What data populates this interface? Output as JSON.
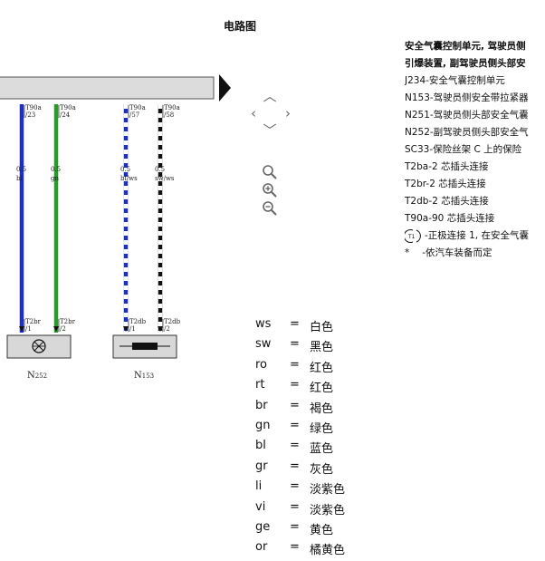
{
  "page": {
    "title": "电路图"
  },
  "wires": [
    {
      "pin": "T90a/23",
      "size": "0.5",
      "color_code": "bl",
      "connector": "T2br/1",
      "color": "#1f2fbf",
      "stripe": null
    },
    {
      "pin": "T90a/24",
      "size": "0.5",
      "color_code": "gn",
      "connector": "T2br/2",
      "color": "#2a9a2a",
      "stripe": null
    },
    {
      "pin": "T90a/57",
      "size": "0.5",
      "color_code": "bl/ws",
      "connector": "T2db/1",
      "color": "#1f2fbf",
      "stripe": "#ffffff"
    },
    {
      "pin": "T90a/58",
      "size": "0.5",
      "color_code": "sw/ws",
      "connector": "T2db/2",
      "color": "#111111",
      "stripe": "#ffffff"
    }
  ],
  "components": [
    {
      "label": "N252",
      "name": "N",
      "sub": "252"
    },
    {
      "label": "N153",
      "name": "N",
      "sub": "153"
    }
  ],
  "nav": {
    "up": "up-icon",
    "left": "left-icon",
    "right": "right-icon",
    "down": "down-icon"
  },
  "legend": {
    "heading_lines": [
      "安全气囊控制单元, 驾驶员侧",
      "引爆装置, 副驾驶员侧头部安"
    ],
    "items": [
      "J234-安全气囊控制单元",
      "N153-驾驶员侧安全带拉紧器",
      "N251-驾驶员侧头部安全气囊",
      "N252-副驾驶员侧头部安全气",
      "SC33-保险丝架 C 上的保险",
      "T2ba-2 芯插头连接",
      "T2br-2 芯插头连接",
      "T2db-2 芯插头连接",
      "T90a-90 芯插头连接"
    ],
    "note_icon_label": "T1",
    "note_positive": "-正极连接 1, 在安全气囊",
    "note_star_symbol": "*",
    "note_star": "-依汽车装备而定"
  },
  "color_codes": [
    {
      "code": "ws",
      "eq": "=",
      "name": "白色"
    },
    {
      "code": "sw",
      "eq": "=",
      "name": "黑色"
    },
    {
      "code": "ro",
      "eq": "=",
      "name": "红色"
    },
    {
      "code": "rt",
      "eq": "=",
      "name": "红色"
    },
    {
      "code": "br",
      "eq": "=",
      "name": "褐色"
    },
    {
      "code": "gn",
      "eq": "=",
      "name": "绿色"
    },
    {
      "code": "bl",
      "eq": "=",
      "name": "蓝色"
    },
    {
      "code": "gr",
      "eq": "=",
      "name": "灰色"
    },
    {
      "code": "li",
      "eq": "=",
      "name": "淡紫色"
    },
    {
      "code": "vi",
      "eq": "=",
      "name": "淡紫色"
    },
    {
      "code": "ge",
      "eq": "=",
      "name": "黄色"
    },
    {
      "code": "or",
      "eq": "=",
      "name": "橘黄色"
    }
  ]
}
